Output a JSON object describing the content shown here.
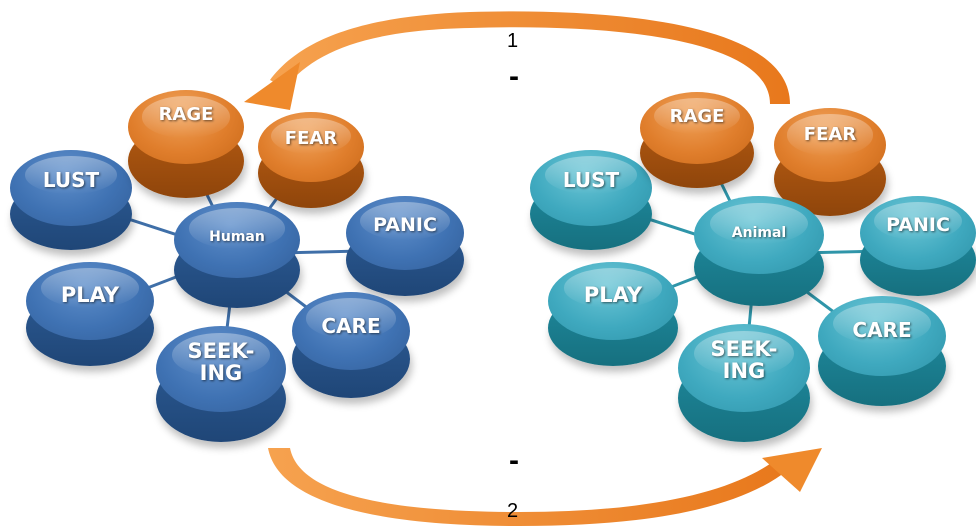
{
  "arrows": {
    "top_label": "1",
    "top_sign": "-",
    "bottom_label": "2",
    "bottom_sign": "-",
    "color": "#f08a2b"
  },
  "clusters": {
    "human": {
      "center": "Human",
      "nodes": {
        "rage": "RAGE",
        "fear": "FEAR",
        "lust": "LUST",
        "panic": "PANIC",
        "play": "PLAY",
        "care": "CARE",
        "seeking": "SEEK-\nING"
      }
    },
    "animal": {
      "center": "Animal",
      "nodes": {
        "rage": "RAGE",
        "fear": "FEAR",
        "lust": "LUST",
        "panic": "PANIC",
        "play": "PLAY",
        "care": "CARE",
        "seeking": "SEEK-\nING"
      }
    }
  },
  "colors": {
    "human_node": "#3f72b3",
    "animal_node": "#3fa9bf",
    "emphasis_node": "#e07e2c",
    "connector_human": "#3f6fa8",
    "connector_animal": "#2f95a9"
  }
}
